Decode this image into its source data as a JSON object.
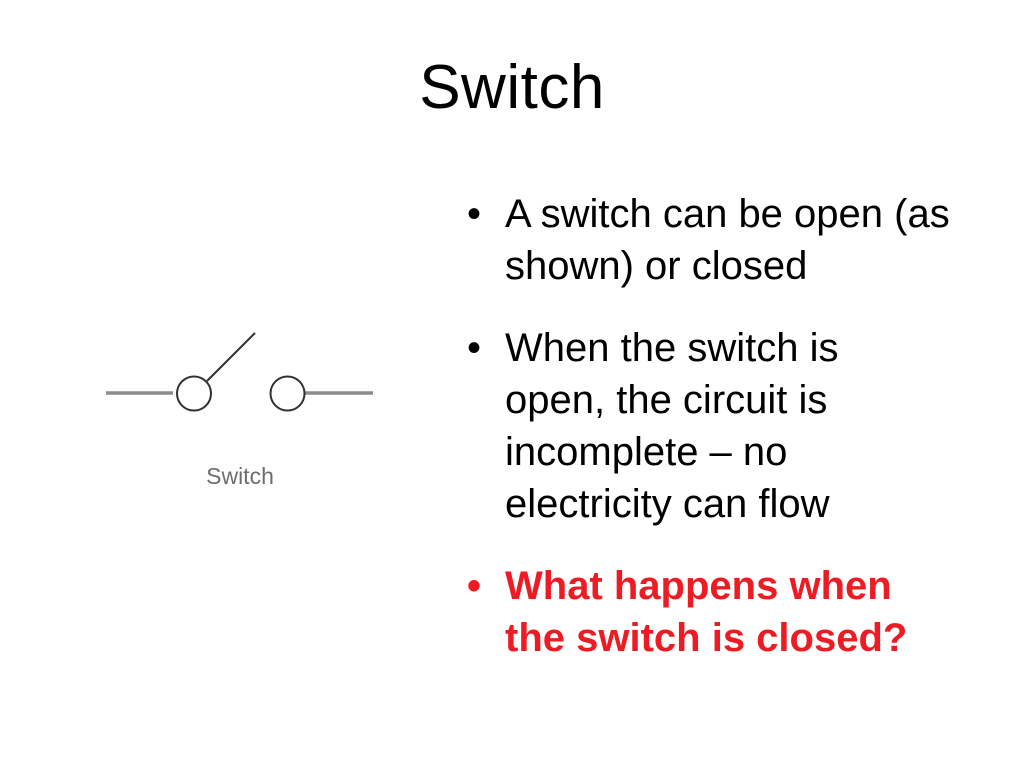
{
  "slide": {
    "title": "Switch",
    "bullet_char": "•",
    "colors": {
      "text": "#000000",
      "emphasis_red": "#ED1C24",
      "wire_gray": "#8c8c8c",
      "symbol_dark": "#303030",
      "caption_gray": "#6e6e6e"
    },
    "figure": {
      "caption": "Switch"
    },
    "bullets": [
      {
        "lines": [
          "A switch can be open (as",
          "shown) or closed"
        ]
      },
      {
        "lines": [
          "When the switch is",
          "open, the circuit is",
          "incomplete – no",
          "electricity can flow"
        ]
      },
      {
        "lines": [
          "What happens when",
          "the switch is closed?"
        ]
      }
    ]
  }
}
